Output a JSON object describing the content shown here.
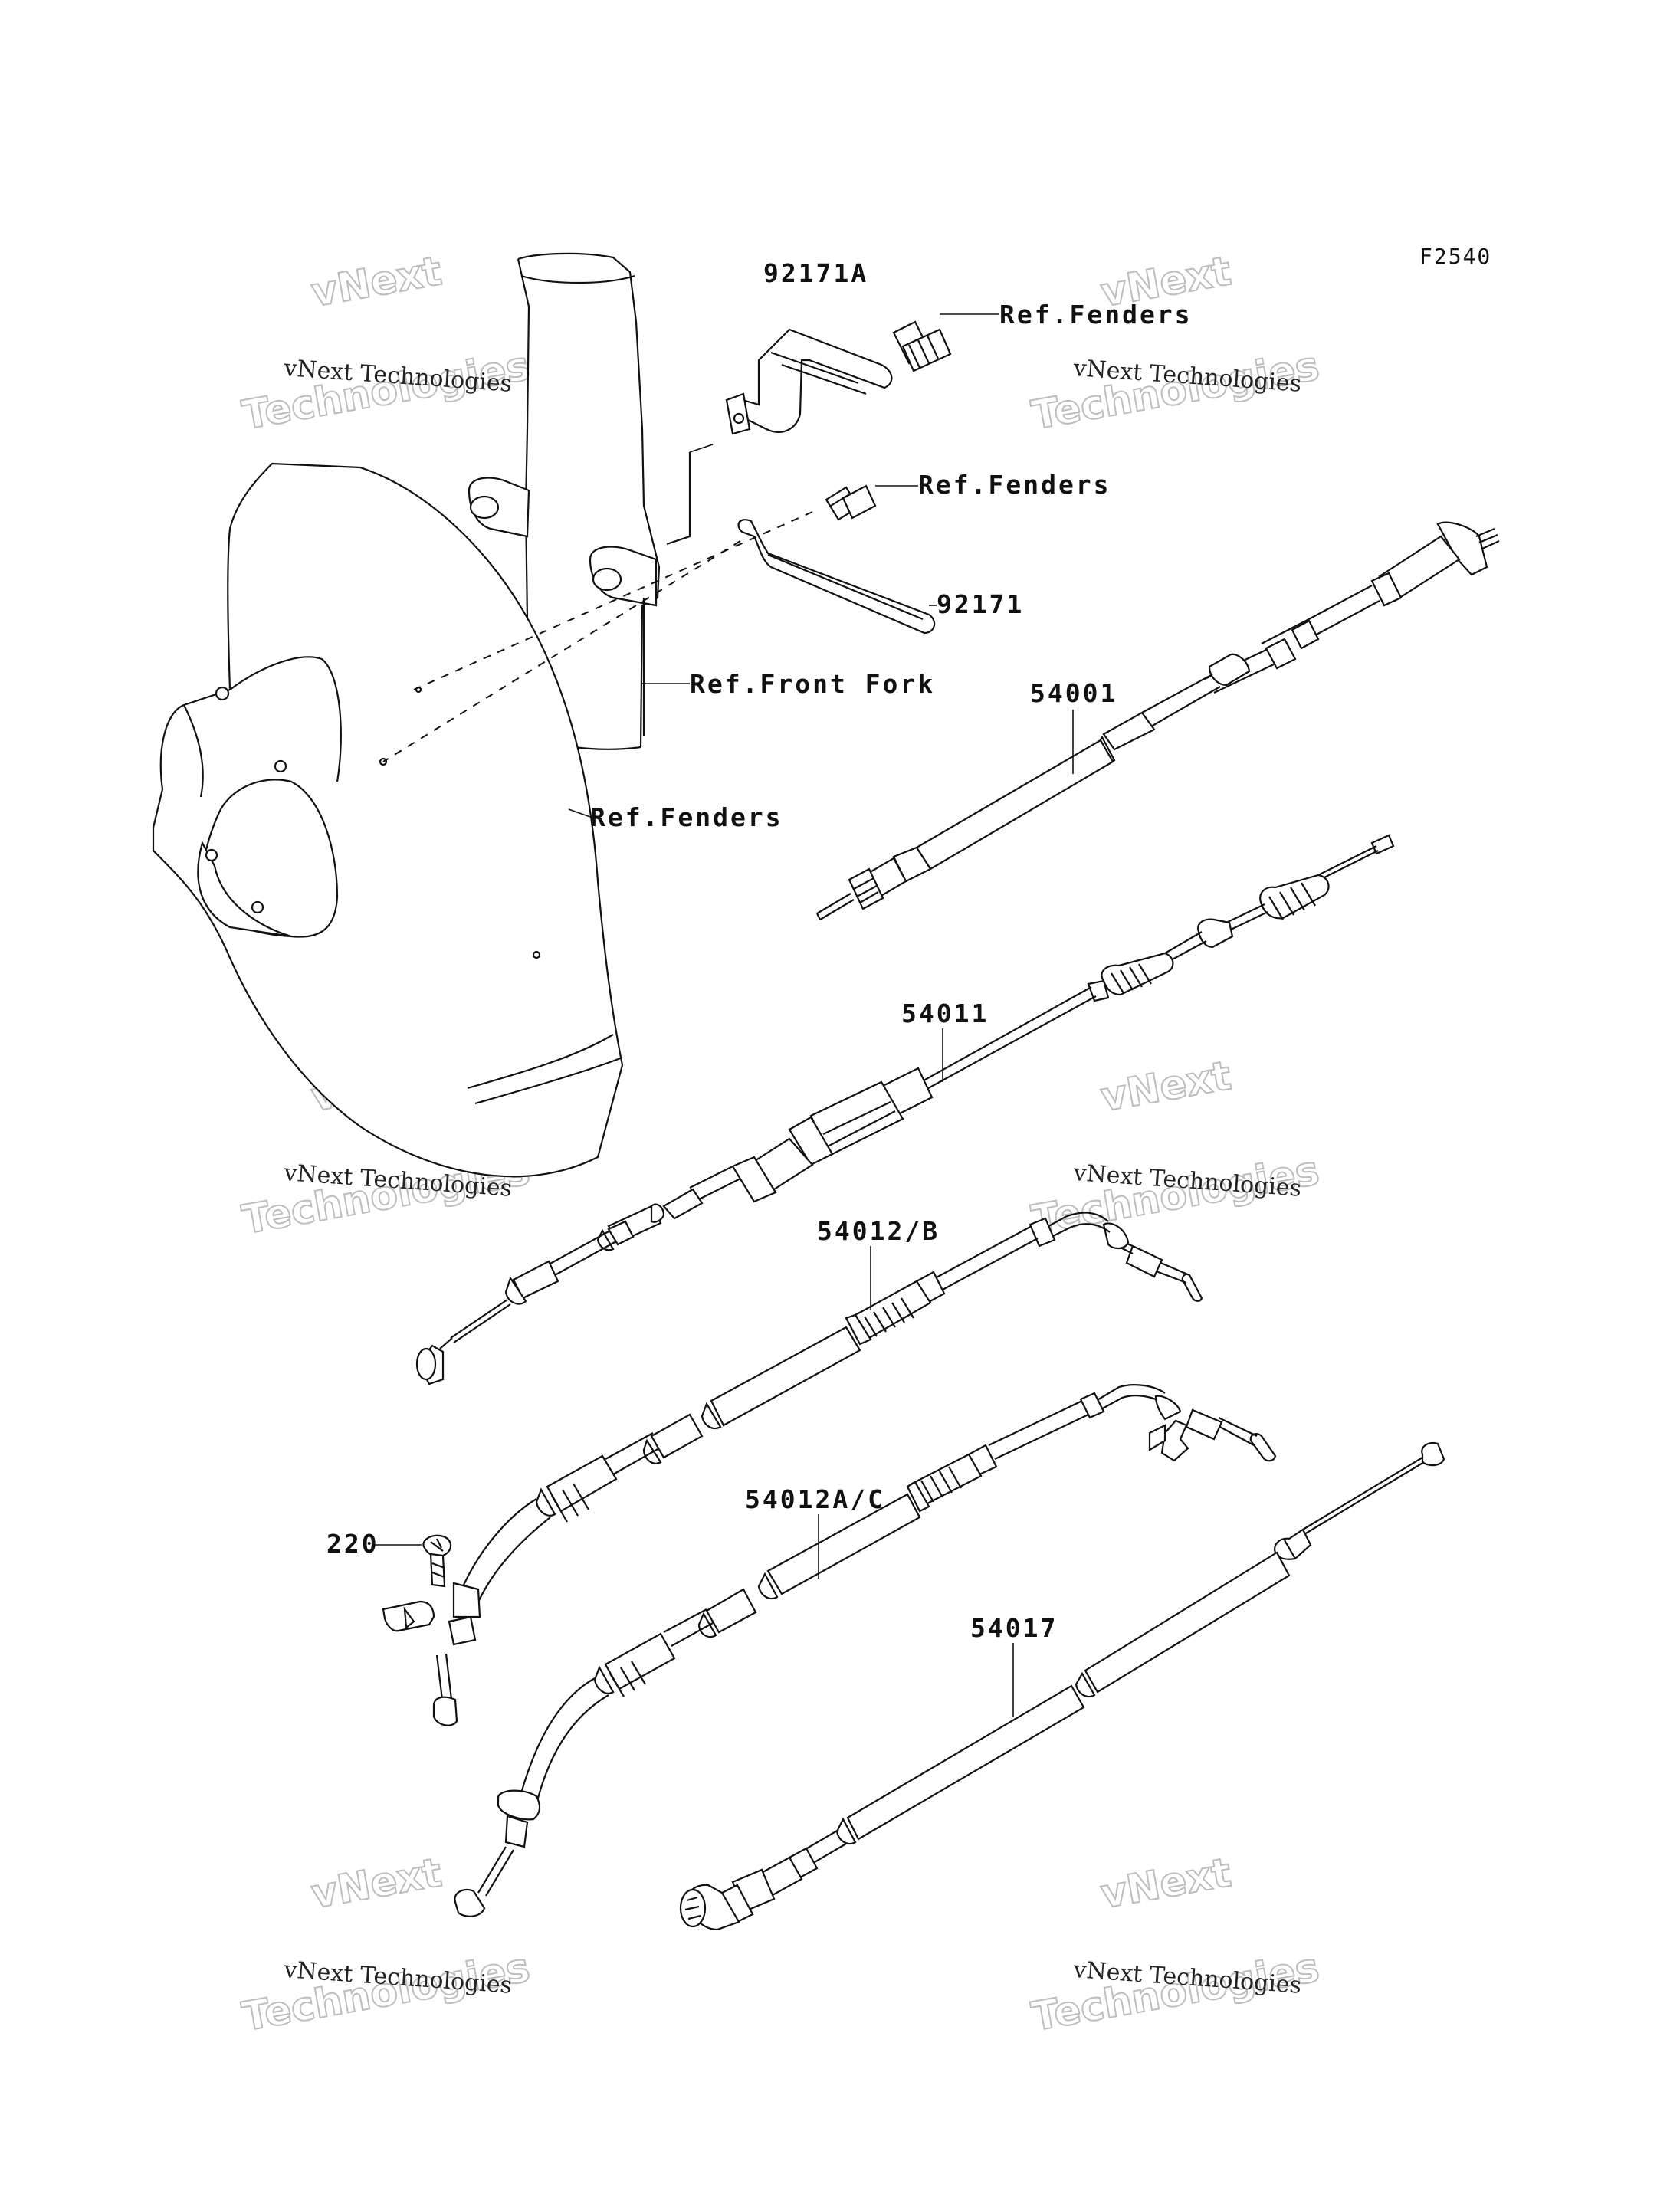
{
  "diagram": {
    "code": "F2540",
    "labels": {
      "bracket_a": "92171A",
      "ref_fenders_top": "Ref.Fenders",
      "ref_fenders_mid": "Ref.Fenders",
      "guide": "92171",
      "ref_front_fork": "Ref.Front Fork",
      "ref_fenders_fender": "Ref.Fenders",
      "cable_54001": "54001",
      "cable_54011": "54011",
      "cable_54012b": "54012/B",
      "screw_220": "220",
      "cable_54012ac": "54012A/C",
      "cable_54017": "54017"
    },
    "watermark": {
      "brand": "vNext",
      "line1": "vNext Technologies",
      "line2": "Technologies"
    }
  }
}
